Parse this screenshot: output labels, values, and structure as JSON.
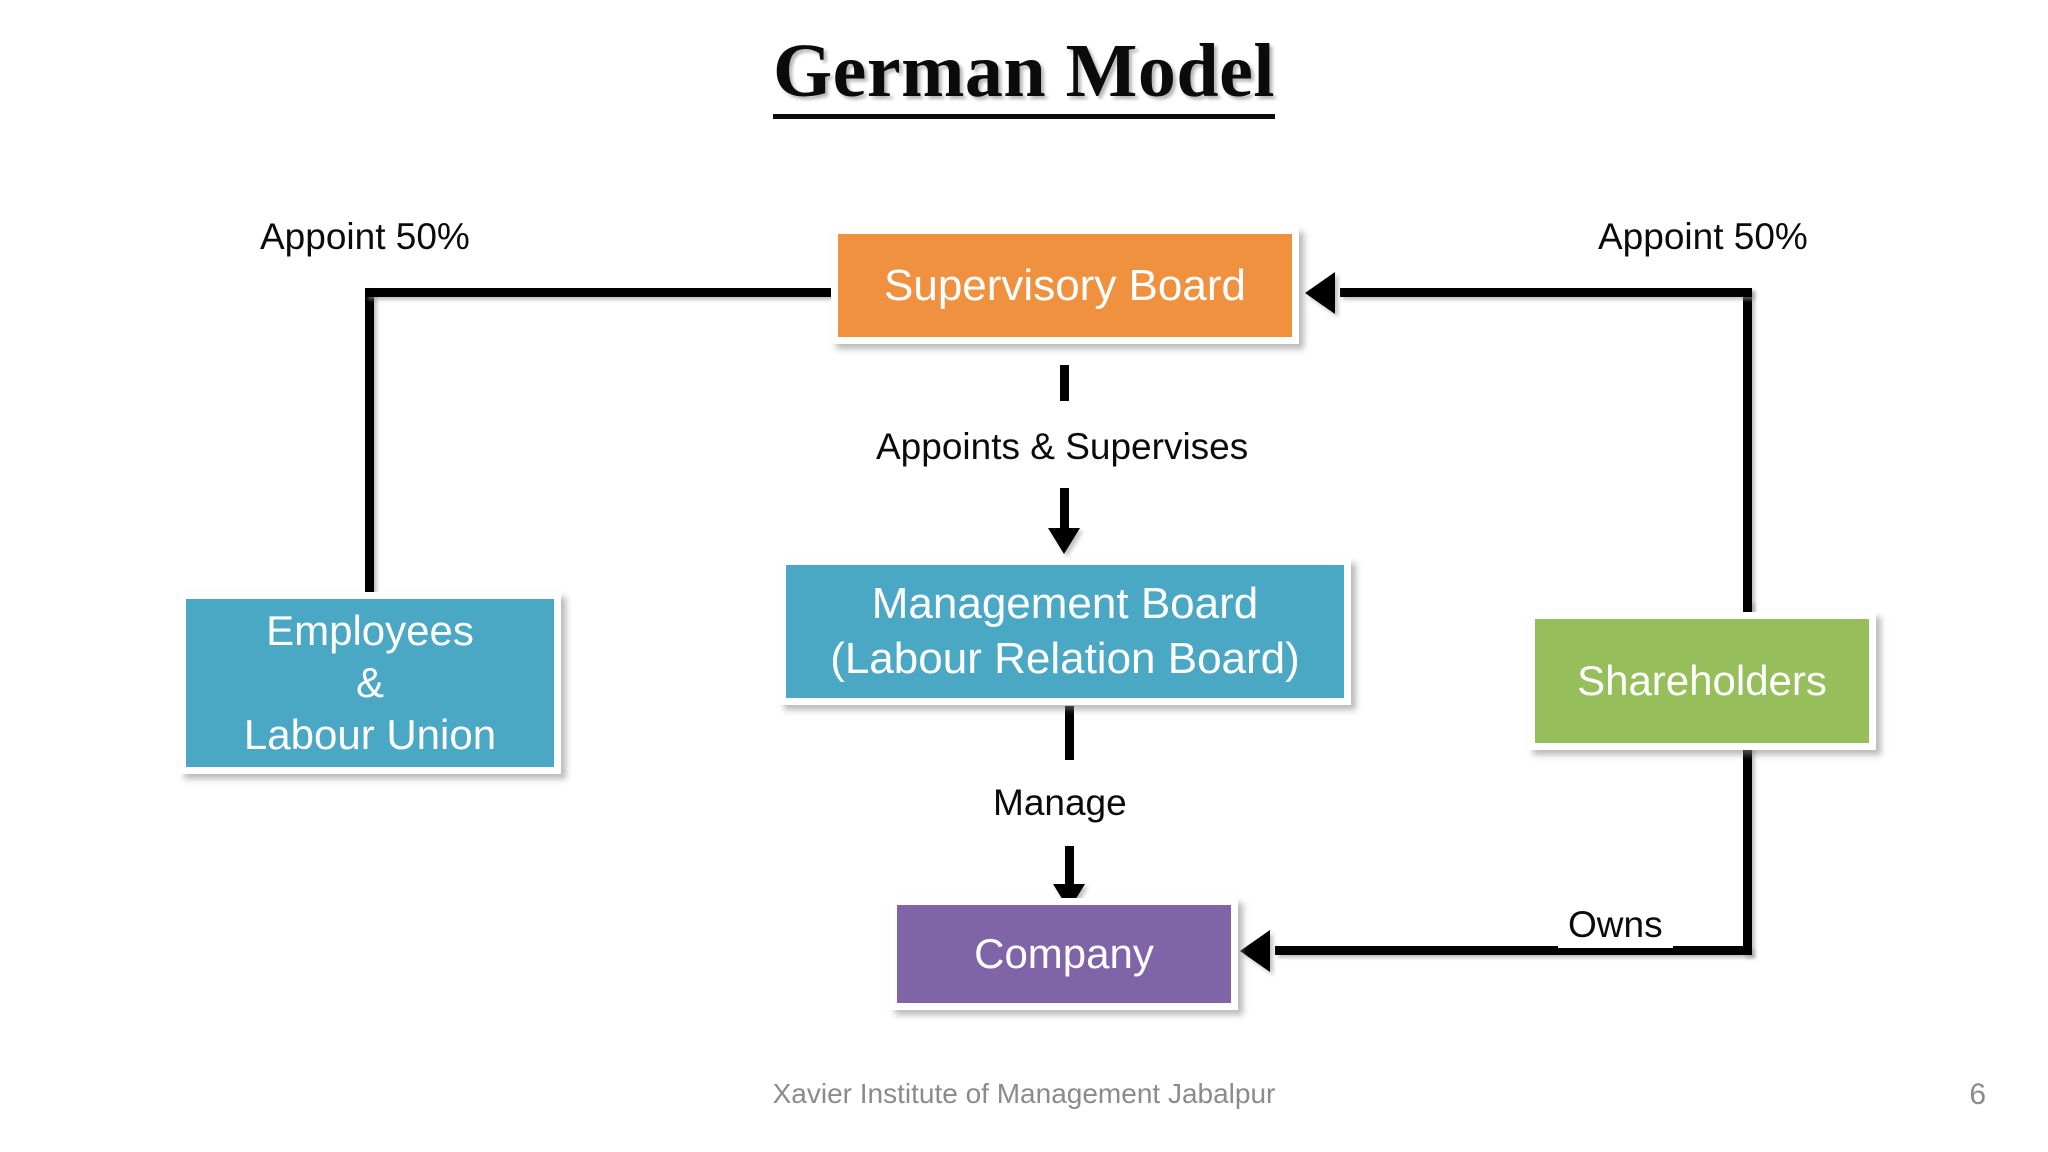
{
  "slide": {
    "title": "German Model",
    "footer": "Xavier Institute of Management Jabalpur",
    "page_number": "6",
    "background_color": "#FFFFFF"
  },
  "nodes": [
    {
      "id": "supervisory-board",
      "label": "Supervisory Board",
      "fill_color": "#F0913F",
      "text_color": "#FFFFFF"
    },
    {
      "id": "management-board",
      "label": "Management Board\n(Labour Relation Board)",
      "fill_color": "#4BA8C4",
      "text_color": "#FFFFFF"
    },
    {
      "id": "employees",
      "label": "Employees\n&\nLabour Union",
      "fill_color": "#4BA8C4",
      "text_color": "#FFFFFF"
    },
    {
      "id": "shareholders",
      "label": "Shareholders",
      "fill_color": "#96BF5C",
      "text_color": "#FFFFFF"
    },
    {
      "id": "company",
      "label": "Company",
      "fill_color": "#8064A8",
      "text_color": "#FFFFFF"
    }
  ],
  "edges": [
    {
      "id": "employees-to-supervisory-board",
      "label": "Appoint 50%",
      "from": "employees",
      "to": "supervisory-board"
    },
    {
      "id": "shareholders-to-supervisory-board",
      "label": "Appoint 50%",
      "from": "shareholders",
      "to": "supervisory-board"
    },
    {
      "id": "supervisory-board-to-management-board",
      "label": "Appoints & Supervises",
      "from": "supervisory-board",
      "to": "management-board"
    },
    {
      "id": "management-board-to-company",
      "label": "Manage",
      "from": "management-board",
      "to": "company"
    },
    {
      "id": "shareholders-to-company",
      "label": "Owns",
      "from": "shareholders",
      "to": "company"
    }
  ]
}
